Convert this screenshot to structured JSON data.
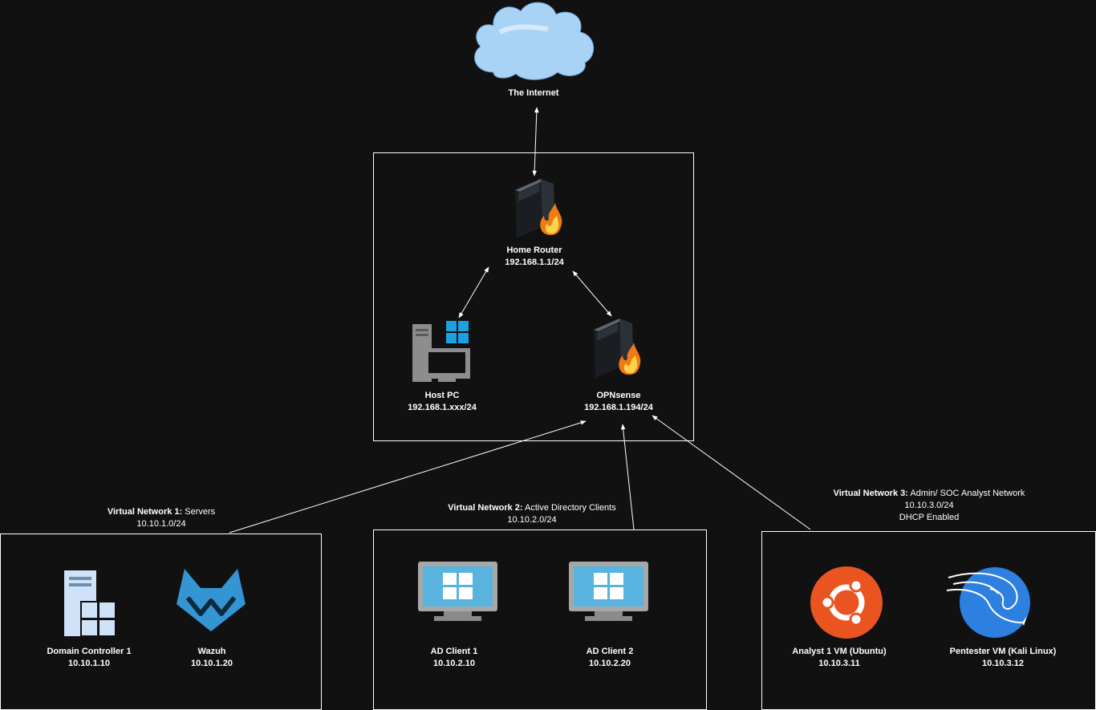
{
  "internet": {
    "label": "The Internet"
  },
  "home_router": {
    "name": "Home Router",
    "ip": "192.168.1.1/24"
  },
  "host_pc": {
    "name": "Host PC",
    "ip": "192.168.1.xxx/24"
  },
  "opnsense": {
    "name": "OPNsense",
    "ip": "192.168.1.194/24"
  },
  "vnet1": {
    "title_bold": "Virtual Network 1:",
    "title_rest": " Servers",
    "subnet": "10.10.1.0/24",
    "nodes": [
      {
        "name": "Domain Controller 1",
        "ip": "10.10.1.10",
        "icon": "windows-server-icon"
      },
      {
        "name": "Wazuh",
        "ip": "10.10.1.20",
        "icon": "wazuh-icon"
      }
    ]
  },
  "vnet2": {
    "title_bold": "Virtual Network 2:",
    "title_rest": " Active Directory Clients",
    "subnet": "10.10.2.0/24",
    "nodes": [
      {
        "name": "AD Client 1",
        "ip": "10.10.2.10",
        "icon": "windows-monitor-icon"
      },
      {
        "name": "AD Client 2",
        "ip": "10.10.2.20",
        "icon": "windows-monitor-icon"
      }
    ]
  },
  "vnet3": {
    "title_bold": "Virtual Network 3:",
    "title_rest": " Admin/ SOC Analyst Network",
    "subnet": "10.10.3.0/24",
    "dhcp": "DHCP Enabled",
    "nodes": [
      {
        "name": "Analyst 1 VM (Ubuntu)",
        "ip": "10.10.3.11",
        "icon": "ubuntu-icon"
      },
      {
        "name": "Pentester VM (Kali Linux)",
        "ip": "10.10.3.12",
        "icon": "kali-linux-icon"
      }
    ]
  },
  "colors": {
    "background": "#111111",
    "line": "#ffffff",
    "cloud": "#a9d3f5",
    "windows_blue": "#1ba1e2",
    "ubuntu_orange": "#e95420",
    "kali_blue": "#2d7fe0",
    "wazuh_blue": "#3595d3"
  }
}
